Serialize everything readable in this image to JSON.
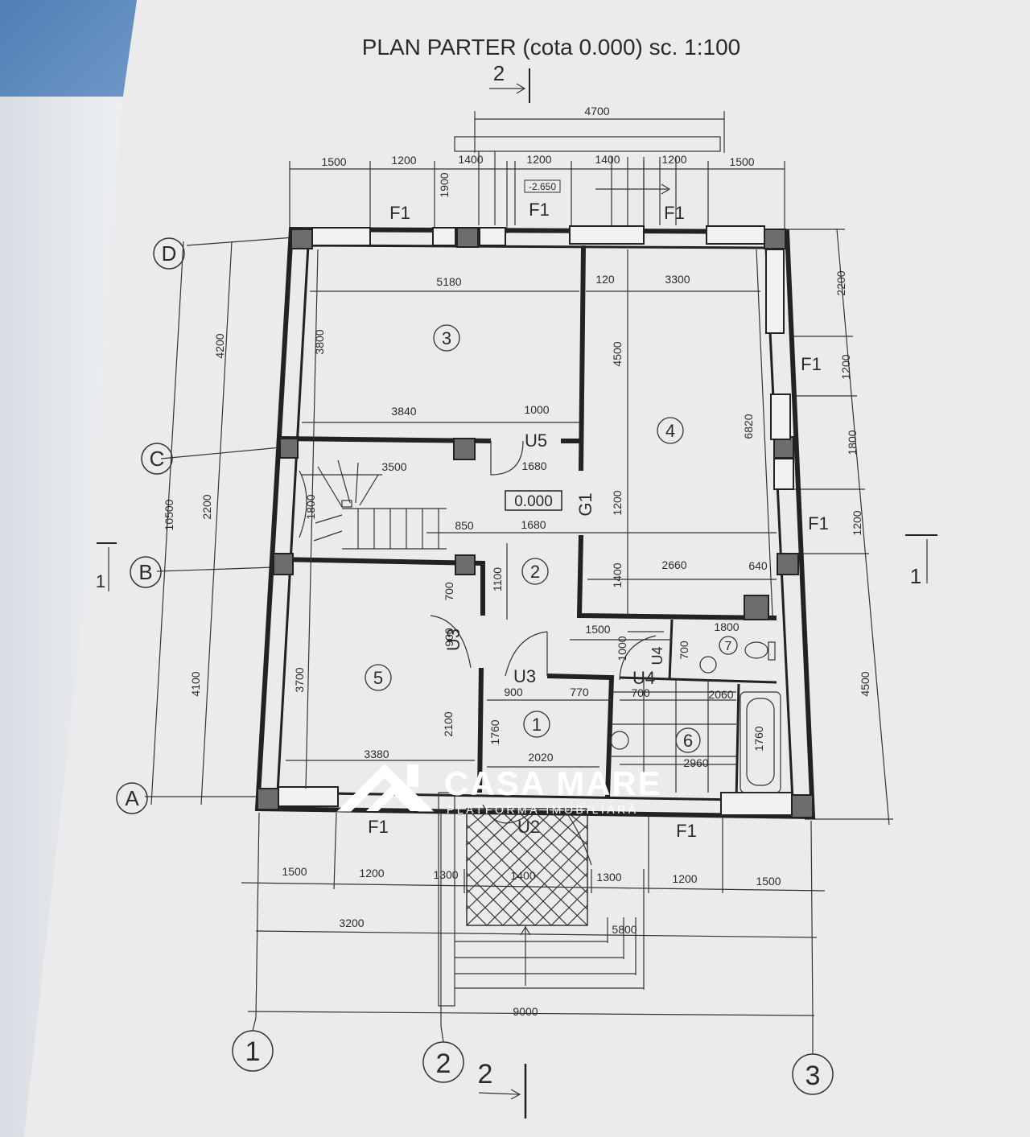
{
  "plan": {
    "title": "PLAN PARTER (cota 0.000) sc. 1:100",
    "level_mark": "0.000",
    "ext_level_mark": "-2.650"
  },
  "axes": {
    "letters": [
      "A",
      "B",
      "C",
      "D"
    ],
    "numbers": [
      "1",
      "2",
      "3"
    ],
    "section_marks": [
      "1",
      "2"
    ]
  },
  "rooms": [
    "1",
    "2",
    "3",
    "4",
    "5",
    "6",
    "7"
  ],
  "openings": {
    "window": "F1",
    "doors": [
      "U2",
      "U3",
      "U4",
      "U5"
    ],
    "gate": "G1"
  },
  "dimensions": {
    "top_overall": "4700",
    "top": [
      "1500",
      "1200",
      "1400",
      "1200",
      "1400",
      "1200",
      "1500"
    ],
    "top_small": "1900",
    "bottom": [
      "1500",
      "1200",
      "1300",
      "1400",
      "1300",
      "1200",
      "1500"
    ],
    "bottom_3200": "3200",
    "bottom_5800": "5800",
    "bottom_total": "9000",
    "left_total": "10500",
    "left": [
      "4200",
      "2200",
      "4100"
    ],
    "right": [
      "2200",
      "1200",
      "1800",
      "1200",
      "4500"
    ],
    "inner": {
      "r3_w": "5180",
      "wall_120": "120",
      "r4_w": "3300",
      "r3_h": "3800",
      "r4_h": "4500",
      "r4_total": "6820",
      "d3840": "3840",
      "d1000": "1000",
      "d3500": "3500",
      "d1680a": "1680",
      "d1800": "1800",
      "d850": "850",
      "d1680b": "1680",
      "d1200": "1200",
      "d1400": "1400",
      "d2660": "2660",
      "d640": "640",
      "d1100": "1100",
      "d700a": "700",
      "d900a": "900",
      "d3700": "3700",
      "d1500": "1500",
      "d1800b": "1800",
      "d1000b": "1000",
      "d700b": "700",
      "d900b": "900",
      "d770": "770",
      "d700c": "700",
      "d2060": "2060",
      "d2100": "2100",
      "d1760a": "1760",
      "d2020": "2020",
      "d2960": "2960",
      "d1760b": "1760",
      "d3380": "3380"
    }
  },
  "watermark": {
    "brand": "CASA MARE",
    "tagline": "PLATFORMĂ IMOBILIARĂ"
  }
}
